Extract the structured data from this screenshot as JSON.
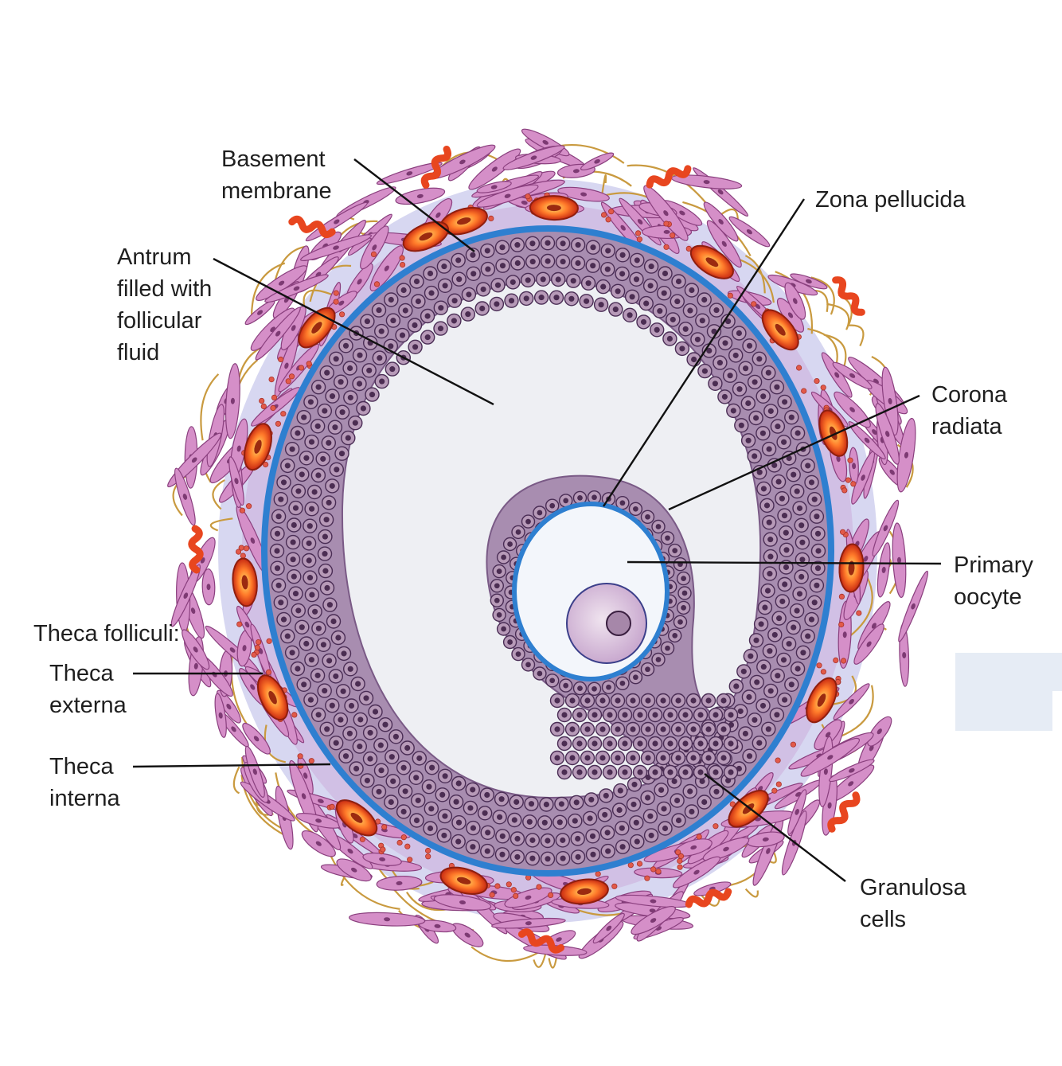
{
  "labels": {
    "basement_membrane": "Basement\nmembrane",
    "antrum": "Antrum\nfilled with\nfollicular\nfluid",
    "zona_pellucida": "Zona pellucida",
    "corona_radiata": "Corona\nradiata",
    "primary_oocyte": "Primary\noocyte",
    "theca_folliculi": "Theca folliculi:",
    "theca_externa": "Theca\nexterna",
    "theca_interna": "Theca\ninterna",
    "granulosa_cells": "Granulosa\ncells"
  },
  "colors": {
    "basement_membrane": "#2e7fd0",
    "granulosa_cell": "#b79ab8",
    "granulosa_nucleus": "#4b2d52",
    "antrum_fluid": "#eeeff3",
    "oocyte_cytoplasm": "#f3f6fb",
    "oocyte_nucleus": "#d9c6dc",
    "theca_cell": "#d58fc8",
    "blood_vessel": "#e8461f",
    "connective_fiber": "#c99a3f",
    "stroma_blue": "#8d95d8"
  }
}
